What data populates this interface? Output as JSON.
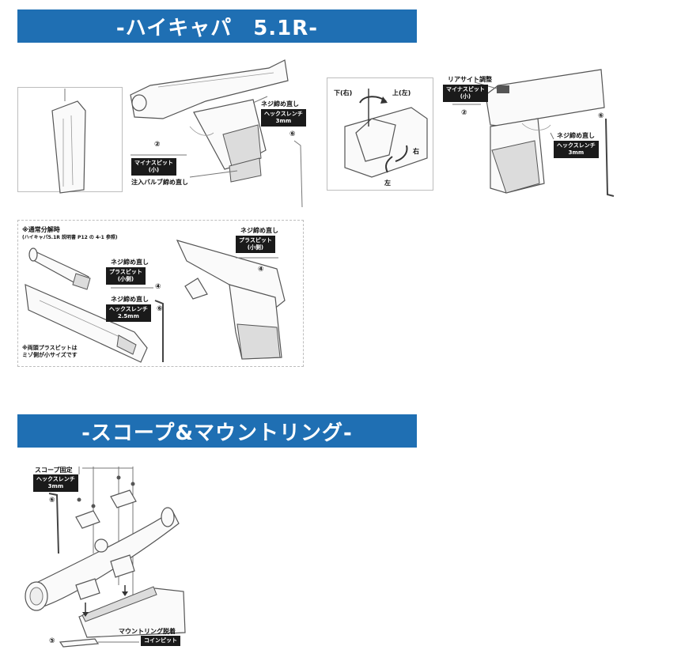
{
  "section1": {
    "title": "-ハイキャパ　5.1R-",
    "panel_a": {
      "tag_2": "マイナスピット\n(小)",
      "num_2": "②",
      "label_valve": "注入バルブ締め直し",
      "label_screw": "ネジ締め直し",
      "tag_6": "ヘックスレンチ\n3mm",
      "num_6": "⑥"
    },
    "panel_b": {
      "label_down": "下(右)",
      "label_up": "上(左)",
      "label_right": "右",
      "label_left": "左"
    },
    "panel_c": {
      "label_rear": "リアサイト調整",
      "tag_2": "マイナスピット\n(小)",
      "num_2": "②",
      "label_screw": "ネジ締め直し",
      "tag_6": "ヘックスレンチ\n3mm",
      "num_6": "⑥"
    },
    "panel_d": {
      "heading": "※通常分解時",
      "subheading": "(ハイキャパ5.1R 説明書 P12 の 4-1 参照)",
      "label_screw_1": "ネジ締め直し",
      "tag_plus_1": "プラスピット\n(小側)",
      "num_4a": "④",
      "label_screw_2": "ネジ締め直し",
      "tag_hex": "ヘックスレンチ\n2.5mm",
      "num_6": "⑥",
      "note": "※両頭プラスピットは\nミゾ側が小サイズです",
      "label_screw_3": "ネジ締め直し",
      "tag_plus_2": "プラスピット\n(小側)",
      "num_4b": "④"
    }
  },
  "section2": {
    "title": "-スコープ&マウントリング-",
    "label_fix": "スコープ固定",
    "tag_hex": "ヘックスレンチ\n3mm",
    "num_6": "⑥",
    "label_mount": "マウントリング脱着",
    "tag_coin": "コインピット",
    "num_5": "⑤"
  },
  "colors": {
    "banner": "#1f6fb3",
    "tag": "#1a1a1a"
  }
}
